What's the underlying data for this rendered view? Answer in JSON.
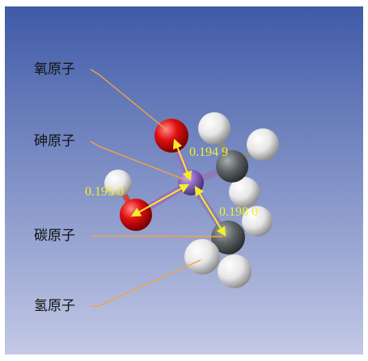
{
  "labels": {
    "oxygen": "氧原子",
    "arsenic": "砷原子",
    "carbon": "碳原子",
    "hydrogen": "氢原子"
  },
  "distances": {
    "as_o_top": "0.194 9",
    "as_o_left": "0.195 0",
    "as_c": "0.198 0"
  },
  "colors": {
    "background_top": "#3f5aa7",
    "background_bottom": "#c3c9e6",
    "oxygen": "#e01010",
    "arsenic": "#8a63c0",
    "carbon": "#5e6466",
    "hydrogen": "#f0f0f0",
    "leader_line": "#f5a142",
    "distance_arrow": "#f2ee2a",
    "distance_text": "#f2ee2a"
  }
}
